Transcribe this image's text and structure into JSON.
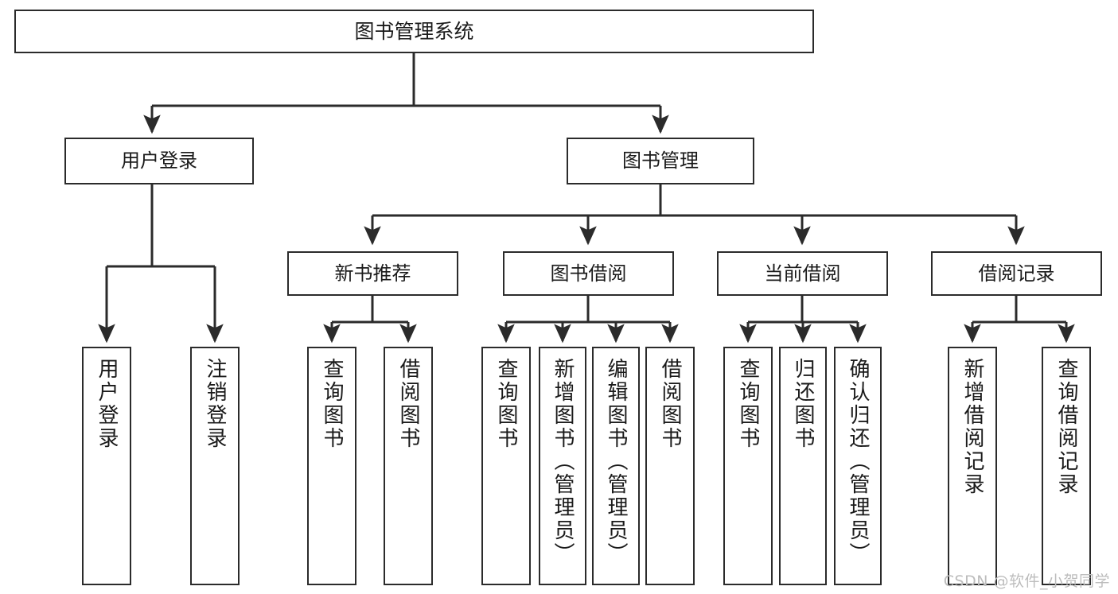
{
  "diagram": {
    "type": "tree-hierarchy",
    "title": "图书管理系统",
    "watermark": "CSDN @软件_小贺同学",
    "colors": {
      "stroke": "#2b2b2b",
      "fill": "#ffffff",
      "text": "#1a1a1a",
      "watermark": "#bdbdbd"
    },
    "nodes": {
      "root": {
        "label": "图书管理系统"
      },
      "level2": [
        {
          "label": "用户登录"
        },
        {
          "label": "图书管理"
        },
        {
          "label": "新书推荐"
        },
        {
          "label": "图书借阅"
        },
        {
          "label": "当前借阅"
        },
        {
          "label": "借阅记录"
        }
      ],
      "leaves": [
        {
          "label": "用户登录"
        },
        {
          "label": "注销登录"
        },
        {
          "label": "查询图书"
        },
        {
          "label": "借阅图书"
        },
        {
          "label": "查询图书"
        },
        {
          "label": "新增图书（管理员）"
        },
        {
          "label": "编辑图书（管理员）"
        },
        {
          "label": "借阅图书"
        },
        {
          "label": "查询图书"
        },
        {
          "label": "归还图书"
        },
        {
          "label": "确认归还（管理员）"
        },
        {
          "label": "新增借阅记录"
        },
        {
          "label": "查询借阅记录"
        }
      ]
    }
  }
}
